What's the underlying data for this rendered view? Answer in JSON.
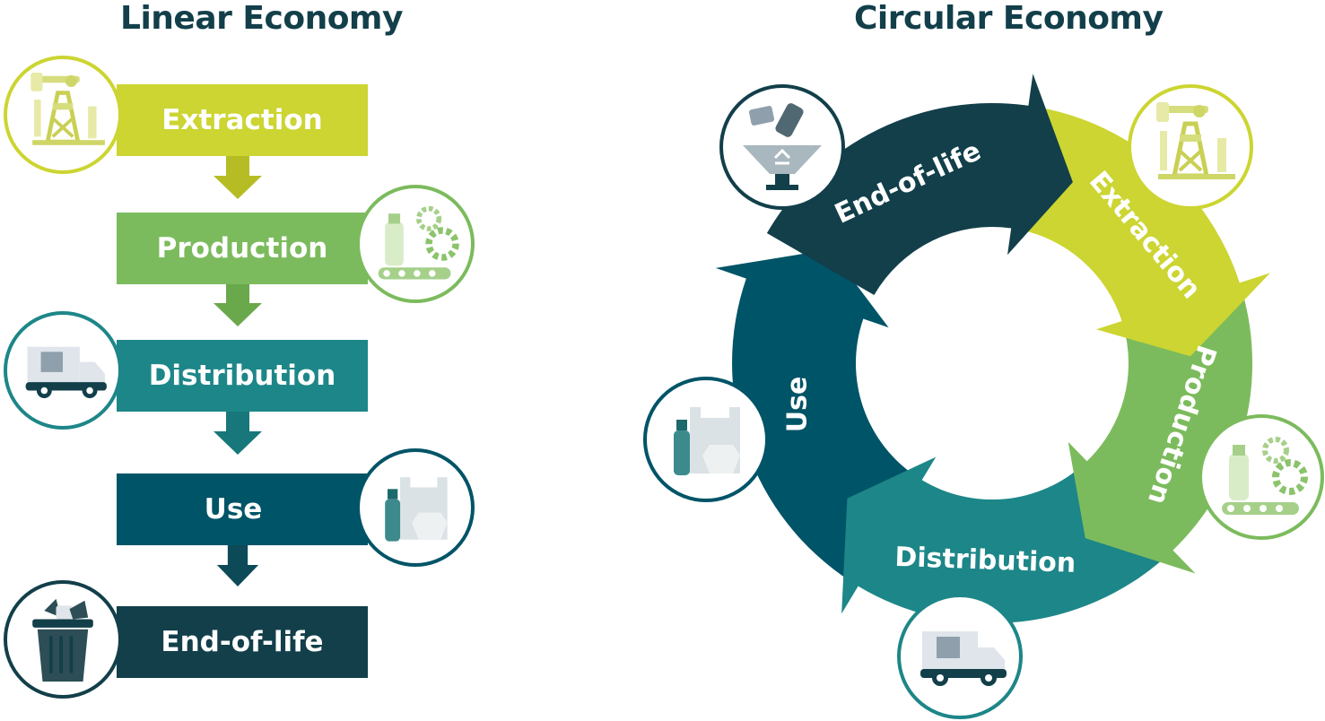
{
  "linear": {
    "title": "Linear Economy",
    "stages": [
      {
        "label": "Extraction",
        "color": "#ccd531",
        "icon": "oil-pump-icon"
      },
      {
        "label": "Production",
        "color": "#7cbb5d",
        "icon": "factory-conveyor-icon"
      },
      {
        "label": "Distribution",
        "color": "#1d8688",
        "icon": "delivery-truck-icon"
      },
      {
        "label": "Use",
        "color": "#005467",
        "icon": "bottles-bags-icon"
      },
      {
        "label": "End-of-life",
        "color": "#123f4a",
        "icon": "trash-bin-icon"
      }
    ]
  },
  "circular": {
    "title": "Circular Economy",
    "stages": [
      {
        "label": "End-of-life",
        "color": "#123f4a",
        "icon": "recycling-funnel-icon"
      },
      {
        "label": "Extraction",
        "color": "#ccd531",
        "icon": "oil-pump-icon"
      },
      {
        "label": "Production",
        "color": "#7cbb5d",
        "icon": "factory-conveyor-icon"
      },
      {
        "label": "Distribution",
        "color": "#1d8688",
        "icon": "delivery-truck-icon"
      },
      {
        "label": "Use",
        "color": "#005467",
        "icon": "bottles-bags-icon"
      }
    ]
  }
}
